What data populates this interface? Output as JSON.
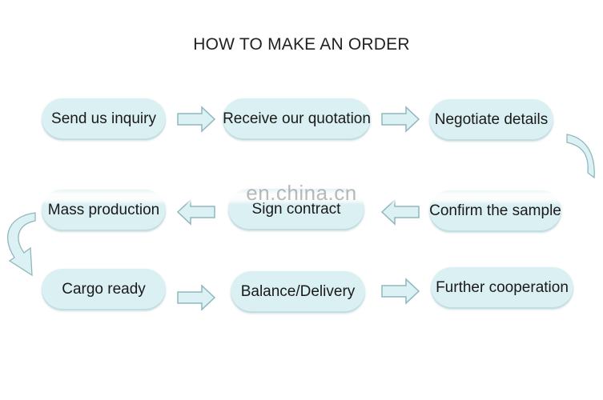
{
  "title": "HOW TO MAKE AN ORDER",
  "watermark": "en.china.cn",
  "colors": {
    "pill": "#dbf0f2",
    "arrow_fill": "#dcf1f3",
    "arrow_stroke": "#8fb7bd",
    "text": "#1a1a1a"
  },
  "steps": {
    "row1": [
      "Send us inquiry",
      "Receive our quotation",
      "Negotiate details"
    ],
    "row2": [
      "Mass production",
      "Sign contract",
      "Confirm the sample"
    ],
    "row3": [
      "Cargo ready",
      "Balance/Delivery",
      "Further cooperation"
    ]
  },
  "icons": {
    "flow_arrow": "right-arrow-icon / left-arrow-icon",
    "connector": "curved-arrow-icon"
  }
}
